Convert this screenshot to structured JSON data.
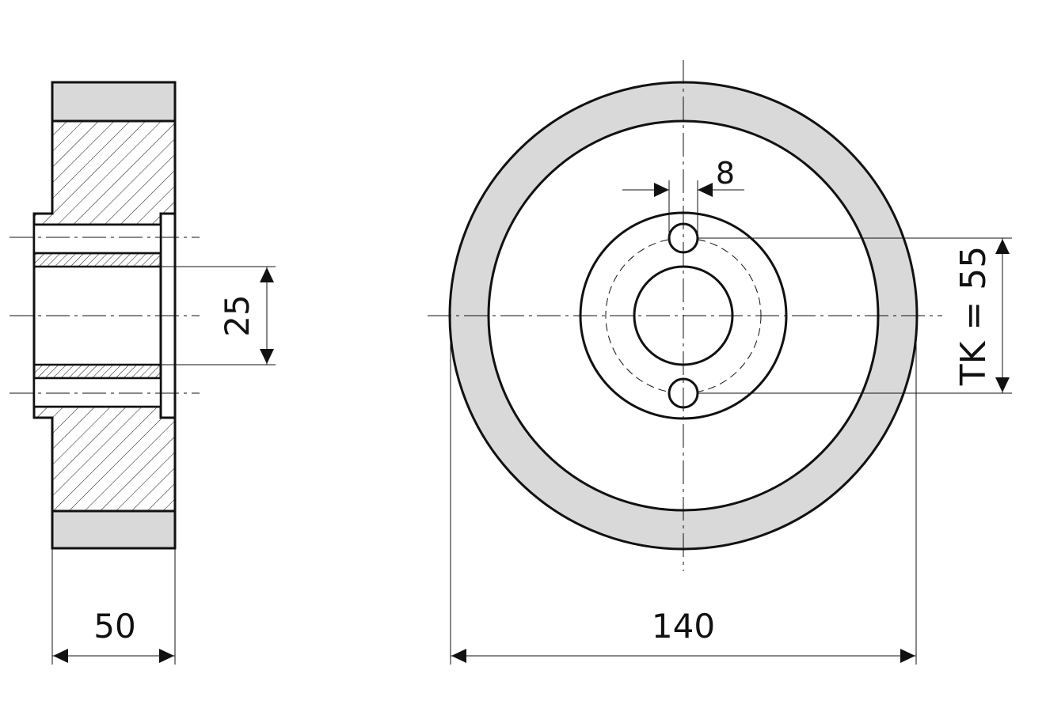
{
  "colors": {
    "line": "#111111",
    "tread": "#d9d9d9",
    "background": "#ffffff"
  },
  "dimensions": {
    "width_label": "50",
    "bore_label": "25",
    "outer_diameter_label": "140",
    "bolt_hole_label": "8",
    "bolt_circle_label": "TK = 55"
  }
}
